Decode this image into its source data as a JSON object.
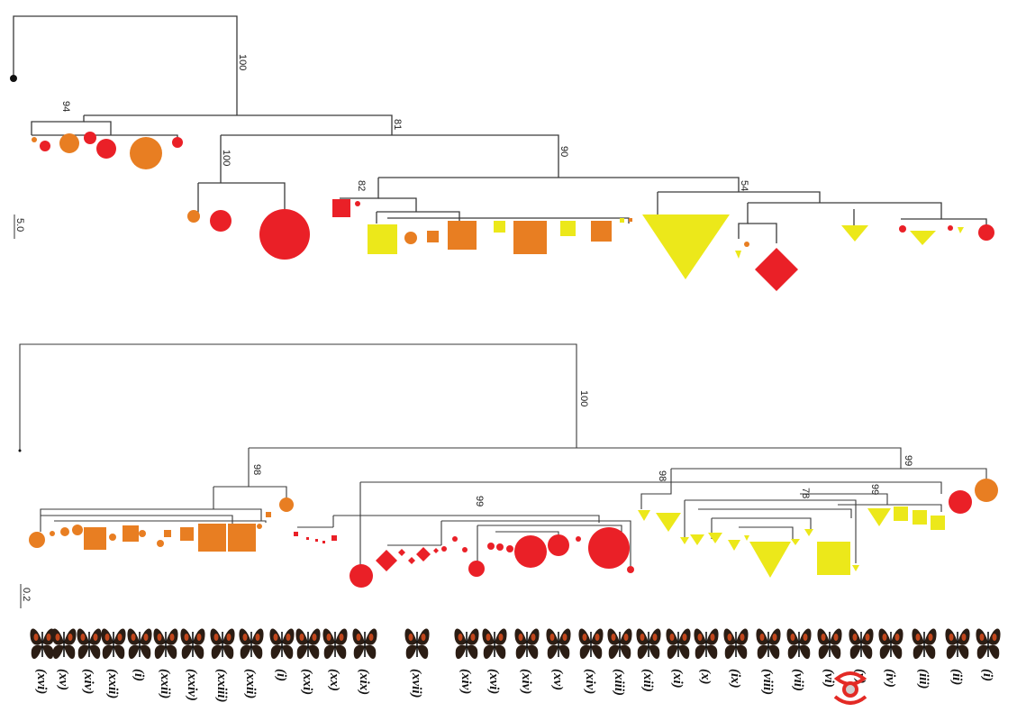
{
  "colors": {
    "red": "#ea2027",
    "orange": "#e87e22",
    "yellow": "#ece81a",
    "branch": "#3a3a3a",
    "butterfly_wing": "#2b1d14",
    "butterfly_highlight": "#c0461c"
  },
  "top_tree": {
    "scale_label": "5.0",
    "support_values": [
      "100",
      "81",
      "94",
      "100",
      "90",
      "82",
      "54"
    ]
  },
  "bottom_tree": {
    "scale_label": "0.2",
    "support_values": [
      "100",
      "98",
      "98",
      "99",
      "99",
      "78",
      "99"
    ]
  },
  "specimen_labels": [
    "(xvi)",
    "(xv)",
    "(xiv)",
    "(xxii)",
    "(i)",
    "(xxii)",
    "(xxiv)",
    "(xxiii)",
    "(xxii)",
    "(i)",
    "(xxi)",
    "(xx)",
    "(xix)",
    "(xvii)",
    "(xiv)",
    "(xvi)",
    "(xiv)",
    "(xv)",
    "(xiv)",
    "(xiii)",
    "(xii)",
    "(xi)",
    "(x)",
    "(ix)",
    "(viii)",
    "(vii)",
    "(vi)",
    "(v)",
    "(iv)",
    "(iii)",
    "(ii)",
    "(i)"
  ],
  "icons": {
    "butterfly": "butterfly-icon",
    "eye": "eye-icon"
  }
}
